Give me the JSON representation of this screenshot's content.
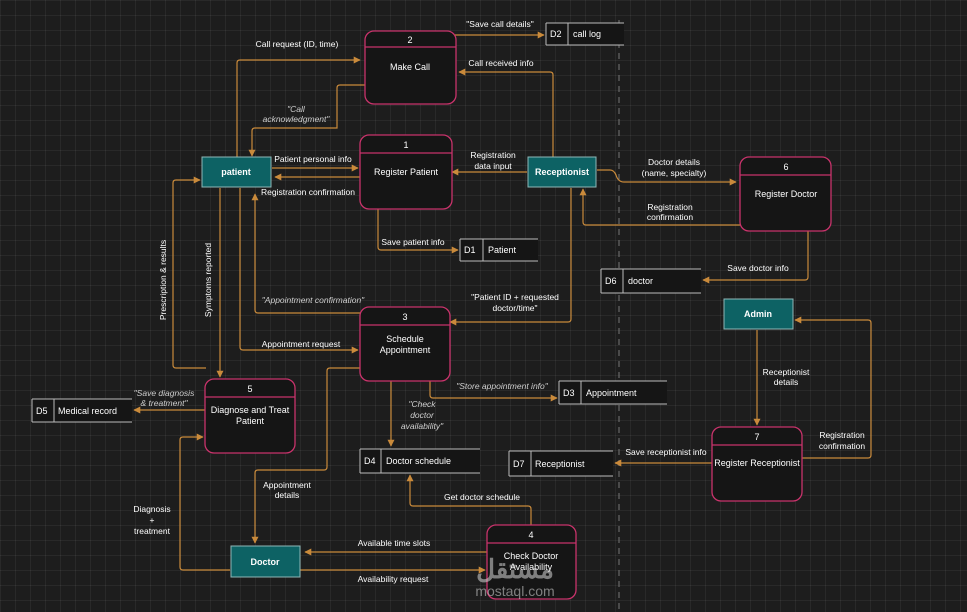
{
  "processes": [
    {
      "num": "2",
      "title": [
        "Make Call"
      ]
    },
    {
      "num": "1",
      "title": [
        "Register Patient"
      ]
    },
    {
      "num": "3",
      "title": [
        "Schedule",
        "Appointment"
      ]
    },
    {
      "num": "5",
      "title": [
        "Diagnose and Treat",
        "Patient"
      ]
    },
    {
      "num": "6",
      "title": [
        "Register Doctor"
      ]
    },
    {
      "num": "7",
      "title": [
        "Register Receptionist"
      ]
    },
    {
      "num": "4",
      "title": [
        "Check Doctor",
        "Availability"
      ]
    }
  ],
  "entities": {
    "patient": "patient",
    "receptionist": "Receptionist",
    "admin": "Admin",
    "doctor": "Doctor"
  },
  "stores": [
    {
      "id": "D2",
      "name": "call log"
    },
    {
      "id": "D1",
      "name": "Patient"
    },
    {
      "id": "D6",
      "name": "doctor"
    },
    {
      "id": "D3",
      "name": "Appointment"
    },
    {
      "id": "D5",
      "name": "Medical record"
    },
    {
      "id": "D4",
      "name": "Doctor schedule"
    },
    {
      "id": "D7",
      "name": "Receptionist"
    }
  ],
  "flows": {
    "call_request": "Call request (ID, time)",
    "save_call_details": "\"Save call details\"",
    "call_received_info": "Call received info",
    "call_ack": [
      "\"Call",
      "acknowledgment\""
    ],
    "patient_personal_info": "Patient personal info",
    "registration_data_input": [
      "Registration",
      "data input"
    ],
    "registration_confirmation_1": "Registration confirmation",
    "doctor_details": [
      "Doctor details",
      "(name, specialty)"
    ],
    "registration_confirmation_6": [
      "Registration",
      "confirmation"
    ],
    "save_patient_info": "Save patient info",
    "save_doctor_info": "Save doctor info",
    "prescription_results": "Prescription & results",
    "symptoms_reported": "Symptoms reported",
    "appointment_confirmation": "\"Appointment confirmation\"",
    "patient_id_requested": [
      "\"Patient ID + requested",
      "doctor/time\""
    ],
    "appointment_request": "Appointment request",
    "receptionist_details": [
      "Receptionist",
      "details"
    ],
    "store_appointment_info": "\"Store appointment info\"",
    "save_diagnosis": [
      "\"Save diagnosis",
      "& treatment\""
    ],
    "check_doctor_availability": [
      "\"Check",
      "doctor",
      "availability\""
    ],
    "save_receptionist_info": "Save receptionist info",
    "registration_confirmation_7": [
      "Registration",
      "confirmation"
    ],
    "appointment_details": [
      "Appointment",
      "details"
    ],
    "get_doctor_schedule": "Get doctor schedule",
    "diagnosis_treatment": [
      "Diagnosis",
      "+",
      "treatment"
    ],
    "available_time_slots": "Available time slots",
    "availability_request": "Availability request"
  },
  "watermark": {
    "brand": "مستقل",
    "site": "mostaql.com"
  },
  "colors": {
    "background": "#1d1d1d",
    "process_border": "#c8336b",
    "entity_fill": "#0d6264",
    "flow": "#c98a3b"
  }
}
